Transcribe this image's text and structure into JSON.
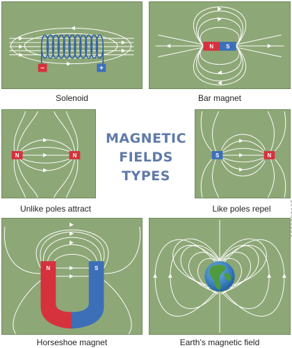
{
  "title": {
    "line1": "MAGNETIC",
    "line2": "FIELDS",
    "line3": "TYPES"
  },
  "captions": {
    "solenoid": "Solenoid",
    "bar_magnet": "Bar magnet",
    "unlike_poles": "Unlike poles attract",
    "like_poles": "Like poles repel",
    "horseshoe": "Horseshoe magnet",
    "earth": "Earth’s magnetic field"
  },
  "labels": {
    "minus": "−",
    "plus": "+",
    "north": "N",
    "south": "S"
  },
  "side_id": "1926250165",
  "colors": {
    "panel_bg": "#8ea777",
    "field_line": "#ffffff",
    "coil": "#2f5fa8",
    "north_red": "#d5323d",
    "south_blue": "#3d6fb8",
    "title": "#5f79a8"
  }
}
